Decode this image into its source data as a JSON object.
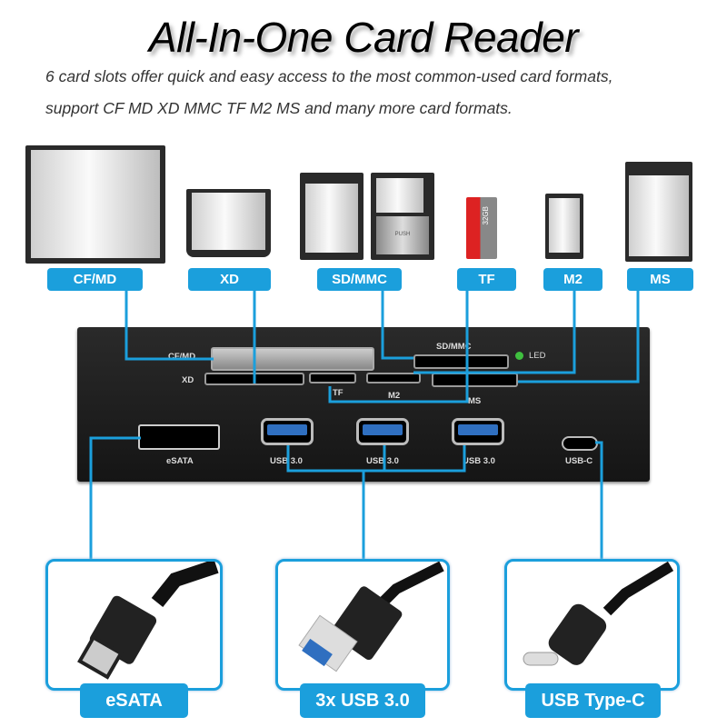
{
  "header": {
    "title": "All-In-One Card Reader",
    "subtitle_line1": "6 card slots offer quick and easy access to the most common-used card formats,",
    "subtitle_line2": "support CF MD XD MMC TF M2 MS and many more card formats."
  },
  "card_labels": [
    "CF/MD",
    "XD",
    "SD/MMC",
    "TF",
    "M2",
    "MS"
  ],
  "tf_card_print": "32GB",
  "mini_sd_print": "PUSH",
  "panel": {
    "cf_md": "CF/MD",
    "sd_mmc": "SD/MMC",
    "led": "LED",
    "xd": "XD",
    "tf": "TF",
    "m2": "M2",
    "ms": "MS",
    "esata": "eSATA",
    "usb1": "USB 3.0",
    "usb2": "USB 3.0",
    "usb3": "USB 3.0",
    "usbc": "USB-C"
  },
  "ports": [
    "eSATA",
    "3x USB 3.0",
    "USB Type-C"
  ],
  "colors": {
    "accent": "#1b9fdc",
    "panel": "#1e1e1e",
    "led": "#3fbf3f"
  }
}
